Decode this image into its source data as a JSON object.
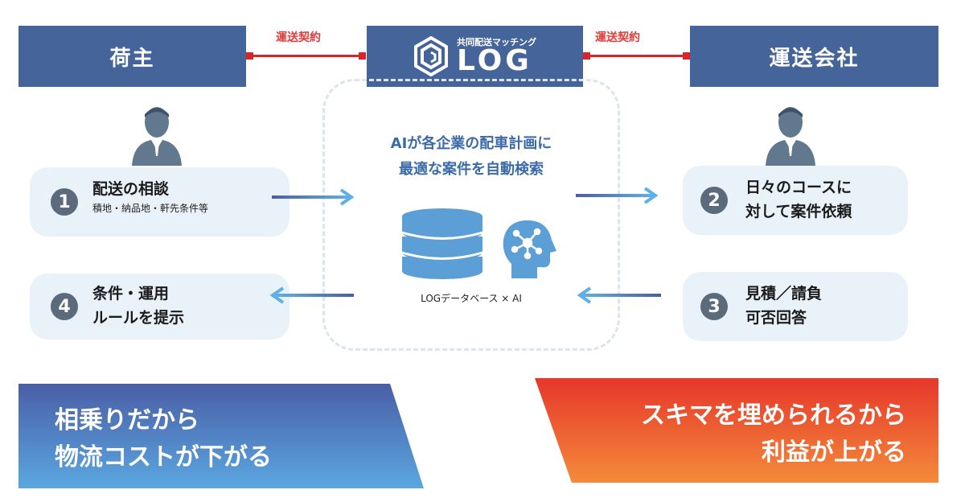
{
  "headers": {
    "shipper": "荷主",
    "carrier": "運送会社",
    "logo_tagline": "共同配送マッチング",
    "logo_text": "LOG"
  },
  "contracts": {
    "left": "運送契約",
    "right": "運送契約"
  },
  "steps": [
    {
      "number": "1",
      "title": "配送の相談",
      "sub": "積地・納品地・軒先条件等"
    },
    {
      "number": "2",
      "line1": "日々のコースに",
      "line2": "対して案件依頼"
    },
    {
      "number": "3",
      "line1": "見積／請負",
      "line2": "可否回答"
    },
    {
      "number": "4",
      "line1": "条件・運用",
      "line2": "ルールを提示"
    }
  ],
  "center": {
    "line1": "AIが各企業の配車計画に",
    "line2": "最適な案件を自動検索",
    "db_caption": "LOGデータベース × AI"
  },
  "banners": {
    "left_line1": "相乗りだから",
    "left_line2": "物流コストが下がる",
    "right_line1": "スキマを埋められるから",
    "right_line2": "利益が上がる"
  },
  "colors": {
    "header_bg": "#45649a",
    "contract_red": "#d9252a",
    "card_bg": "#e9f1f9",
    "center_text": "#3a6aa8",
    "banner_left": [
      "#4a5ea6",
      "#5aa7e0"
    ],
    "banner_right": [
      "#e6372b",
      "#f48a3a"
    ]
  },
  "icons": [
    "person-icon",
    "database-icon",
    "ai-head-icon",
    "arrow-right-icon",
    "arrow-left-icon",
    "log-logo-icon"
  ]
}
